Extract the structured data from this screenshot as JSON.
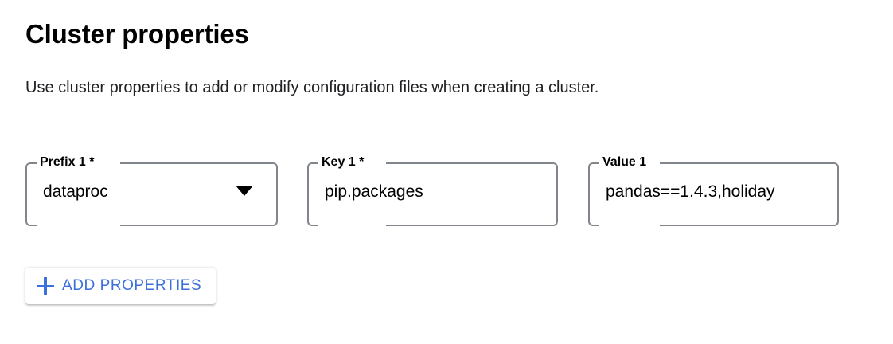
{
  "section": {
    "title": "Cluster properties",
    "description": "Use cluster properties to add or modify configuration files when creating a cluster."
  },
  "fields": [
    {
      "name": "prefix",
      "label": "Prefix 1 *",
      "value": "dataproc",
      "control": "select",
      "icon": "chevron-down-icon",
      "required": true
    },
    {
      "name": "key",
      "label": "Key 1 *",
      "value": "pip.packages",
      "control": "text",
      "required": true
    },
    {
      "name": "value",
      "label": "Value 1",
      "value": "pandas==1.4.3,holiday",
      "control": "text",
      "required": false
    }
  ],
  "actions": {
    "add_properties": {
      "label": "ADD PROPERTIES",
      "icon": "plus-icon"
    }
  },
  "colors": {
    "accent": "#3b6fdb",
    "field_border": "#80868b",
    "text": "#000000",
    "background": "#ffffff"
  }
}
